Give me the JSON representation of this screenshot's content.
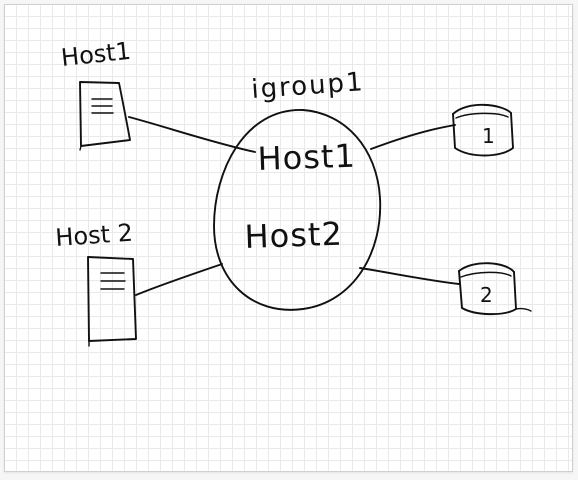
{
  "diagram": {
    "igroup": {
      "label": "igroup1",
      "members": [
        "Host1",
        "Host2"
      ]
    },
    "hosts": [
      {
        "label": "Host1"
      },
      {
        "label": "Host 2"
      }
    ],
    "luns": [
      {
        "label": "1"
      },
      {
        "label": "2"
      }
    ]
  }
}
